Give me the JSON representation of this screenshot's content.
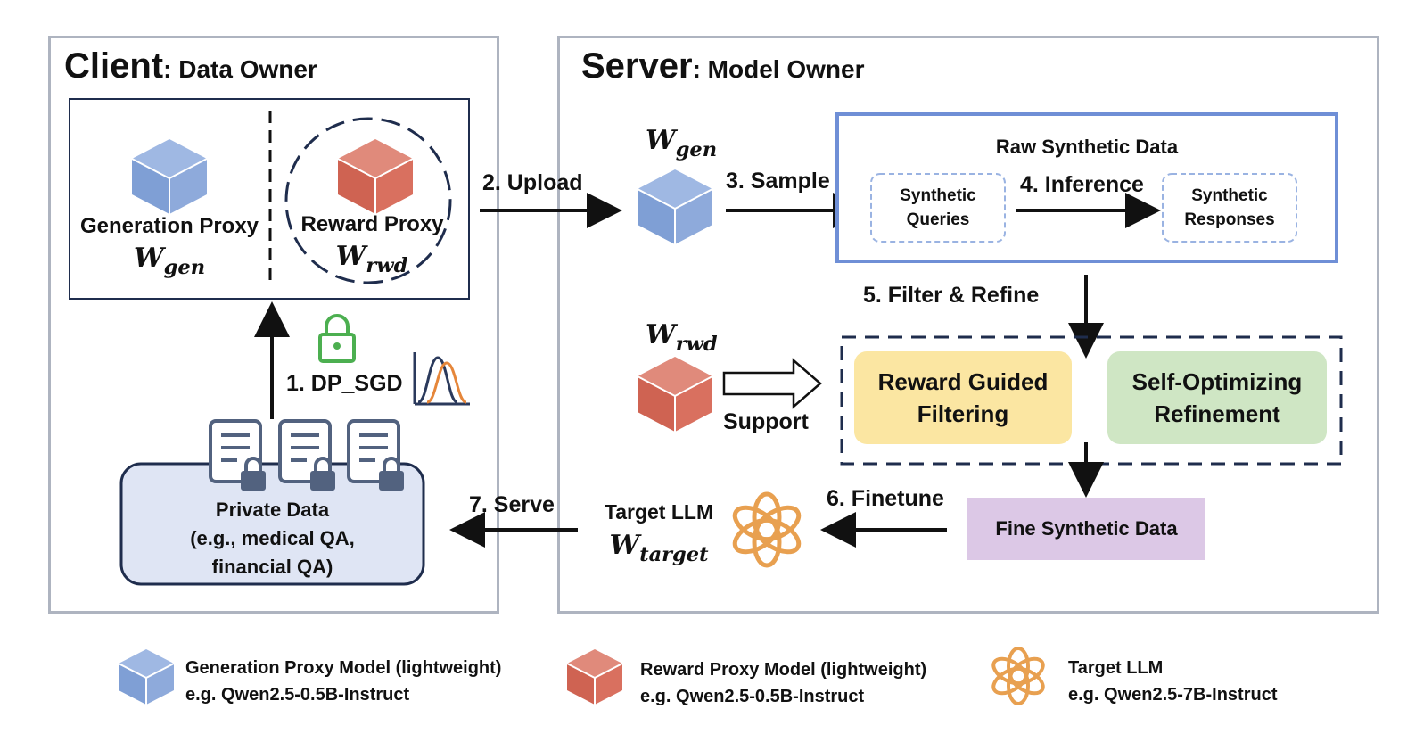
{
  "client": {
    "title": "Client",
    "subtitle": ": Data Owner",
    "gen_proxy_label": "Generation Proxy",
    "reward_proxy_label": "Reward Proxy",
    "w_gen": "W",
    "w_gen_sub": "gen",
    "w_rwd": "W",
    "w_rwd_sub": "rwd",
    "dp_label": "1. DP_SGD",
    "private_data": [
      "Private Data",
      "(e.g., medical QA,",
      "financial QA)"
    ]
  },
  "server": {
    "title": "Server",
    "subtitle": ": Model Owner",
    "w_gen": "W",
    "w_gen_sub": "gen",
    "w_rwd": "W",
    "w_rwd_sub": "rwd",
    "raw_synthetic": "Raw Synthetic Data",
    "synthetic_queries": [
      "Synthetic",
      "Queries"
    ],
    "synthetic_responses": [
      "Synthetic",
      "Responses"
    ],
    "filter_refine": "5. Filter & Refine",
    "reward_guided": [
      "Reward Guided",
      "Filtering"
    ],
    "self_optimizing": [
      "Self-Optimizing",
      "Refinement"
    ],
    "support": "Support",
    "fine_synthetic": "Fine Synthetic Data",
    "target_llm": "Target LLM",
    "w_target": "W",
    "w_target_sub": "target"
  },
  "arrows": {
    "upload": "2. Upload",
    "sample": "3. Sample",
    "inference": "4. Inference",
    "finetune": "6. Finetune",
    "serve": "7. Serve"
  },
  "legend": [
    {
      "title": "Generation Proxy Model (lightweight)",
      "example": "e.g. Qwen2.5-0.5B-Instruct",
      "icon": "blue-cube-icon"
    },
    {
      "title": "Reward Proxy Model (lightweight)",
      "example": "e.g. Qwen2.5-0.5B-Instruct",
      "icon": "red-cube-icon"
    },
    {
      "title": "Target LLM",
      "example": "e.g. Qwen2.5-7B-Instruct",
      "icon": "openai-knot-icon"
    }
  ],
  "colors": {
    "gen_cube": "#8eaadb",
    "rwd_cube": "#d9705f",
    "openai": "#e8a050",
    "lock": "#4caf50",
    "reward_box": "#fbe6a2",
    "refine_box": "#cfe6c4",
    "fine_box": "#dcc8e6",
    "private_box": "#dfe5f4",
    "raw_border": "#6f8fd6"
  }
}
